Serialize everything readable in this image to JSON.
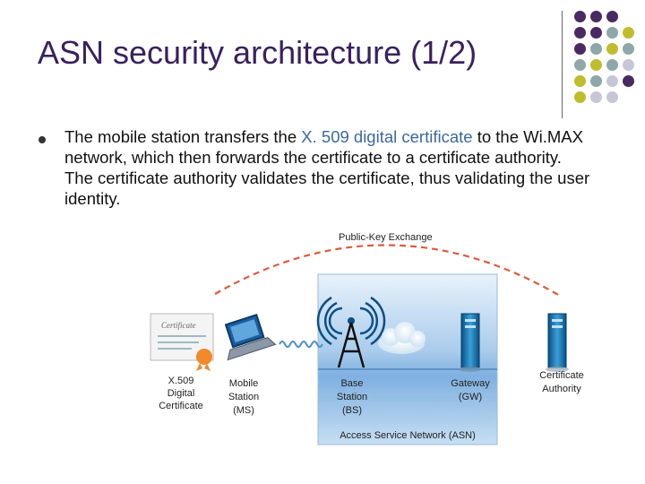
{
  "title": "ASN security architecture (1/2)",
  "bullet": {
    "text_before": "The mobile station transfers the ",
    "highlight": "X. 509 digital certificate",
    "text_after": " to the Wi.MAX network, which then forwards the certificate to a certificate authority. The certificate authority validates the certificate, thus validating the user identity."
  },
  "diagram": {
    "exchange_label": "Public-Key Exchange",
    "certificate_text": "Certificate",
    "labels": {
      "cert_l1": "X.509",
      "cert_l2": "Digital",
      "cert_l3": "Certificate",
      "ms_l1": "Mobile",
      "ms_l2": "Station",
      "ms_l3": "(MS)",
      "bs_l1": "Base",
      "bs_l2": "Station",
      "bs_l3": "(BS)",
      "gw_l1": "Gateway",
      "gw_l2": "(GW)",
      "ca_l1": "Certificate",
      "ca_l2": "Authority",
      "asn": "Access Service Network (ASN)"
    }
  },
  "colors": {
    "title": "#3a2060",
    "dot_purple": "#4a2a63",
    "dot_teal": "#8ea7a9",
    "dot_olive": "#bfbd2d",
    "dot_lavender": "#c6c6d6",
    "exchange_arc": "#e05a3a",
    "asn_panel": "#b8d4ee"
  }
}
